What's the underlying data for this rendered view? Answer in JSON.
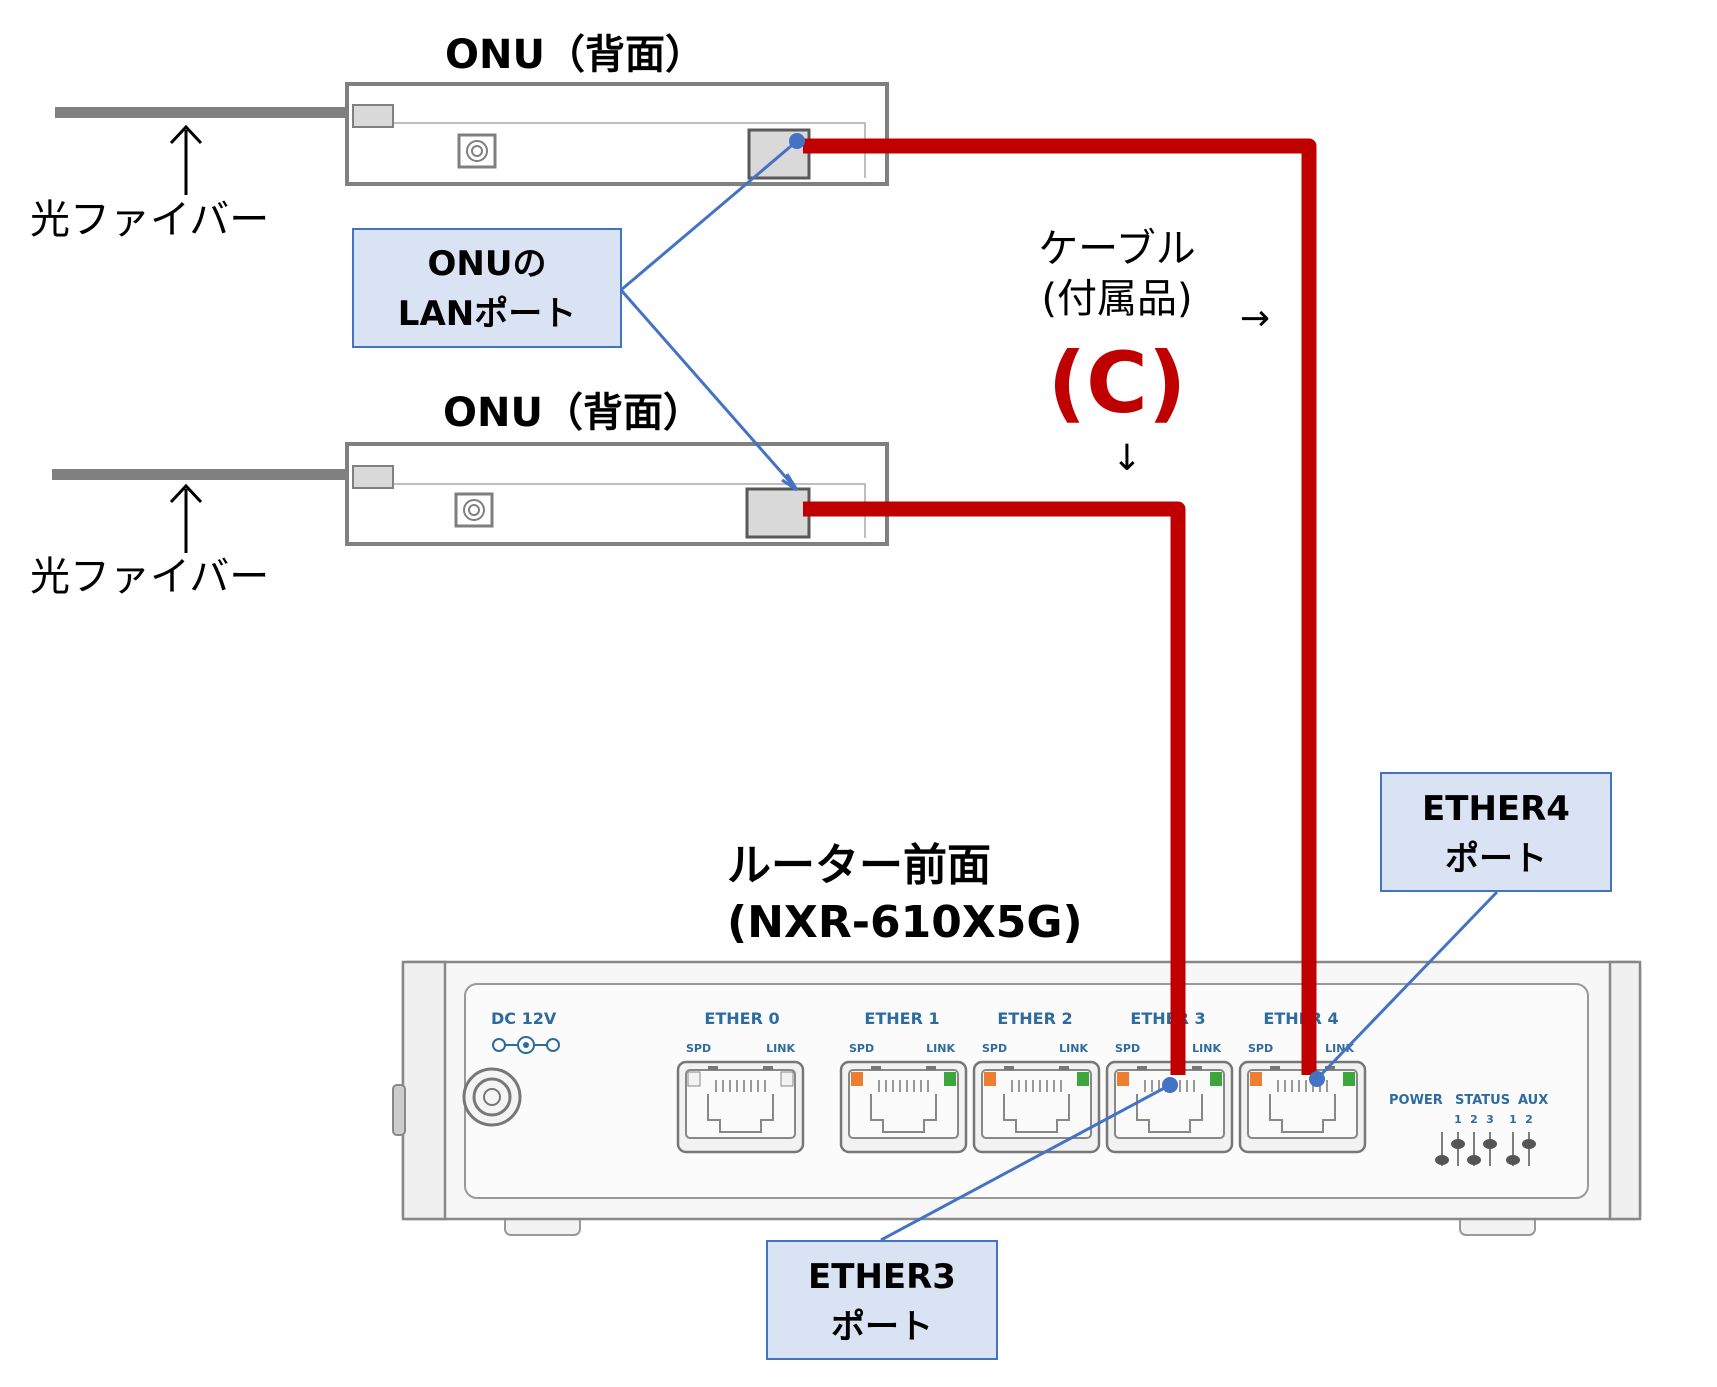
{
  "onu_top": {
    "title": "ONU（背面）",
    "fiber_label": "光ファイバー"
  },
  "onu_bottom": {
    "title": "ONU（背面）",
    "fiber_label": "光ファイバー"
  },
  "callouts": {
    "onu_lan": {
      "line1": "ONUの",
      "line2": "LANポート"
    },
    "ether4": {
      "line1": "ETHER4",
      "line2": "ポート"
    },
    "ether3": {
      "line1": "ETHER3",
      "line2": "ポート"
    }
  },
  "cable": {
    "line1": "ケーブル",
    "line2": "(付属品)",
    "code": "(C)",
    "arrow_right": "→",
    "arrow_down": "↓"
  },
  "router": {
    "title_line1": "ルーター前面",
    "title_line2": "(NXR-610X5G)",
    "dc_label": "DC 12V",
    "ports": [
      {
        "label": "ETHER 0",
        "spd": "SPD",
        "link": "LINK"
      },
      {
        "label": "ETHER 1",
        "spd": "SPD",
        "link": "LINK"
      },
      {
        "label": "ETHER 2",
        "spd": "SPD",
        "link": "LINK"
      },
      {
        "label": "ETHER 3",
        "spd": "SPD",
        "link": "LINK"
      },
      {
        "label": "ETHER 4",
        "spd": "SPD",
        "link": "LINK"
      }
    ],
    "led_labels": {
      "power": "POWER",
      "status": "STATUS",
      "aux": "AUX"
    },
    "led_numbers": [
      "1",
      "2",
      "3",
      "1",
      "2"
    ]
  },
  "colors": {
    "cable": "#c00000",
    "callout_fill": "#dae3f3",
    "callout_border": "#4472c4",
    "leader": "#4472c4",
    "fiber": "#808080"
  }
}
